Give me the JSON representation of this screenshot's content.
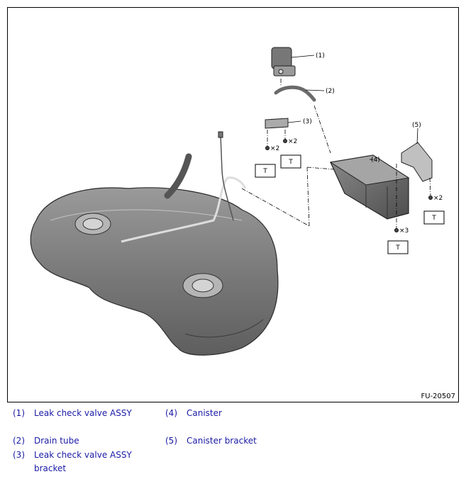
{
  "figure": {
    "code": "FU-20507",
    "callouts": [
      "(1)",
      "(2)",
      "(3)",
      "(4)",
      "(5)"
    ],
    "torque_mark": "T",
    "qty": {
      "x2": "×2",
      "x3": "×3"
    }
  },
  "legend": [
    {
      "num": "(1)",
      "label": "Leak check valve ASSY"
    },
    {
      "num": "(2)",
      "label": "Drain tube"
    },
    {
      "num": "(3)",
      "label": "Leak check valve ASSY bracket"
    },
    {
      "num": "(4)",
      "label": "Canister"
    },
    {
      "num": "(5)",
      "label": "Canister bracket"
    }
  ]
}
